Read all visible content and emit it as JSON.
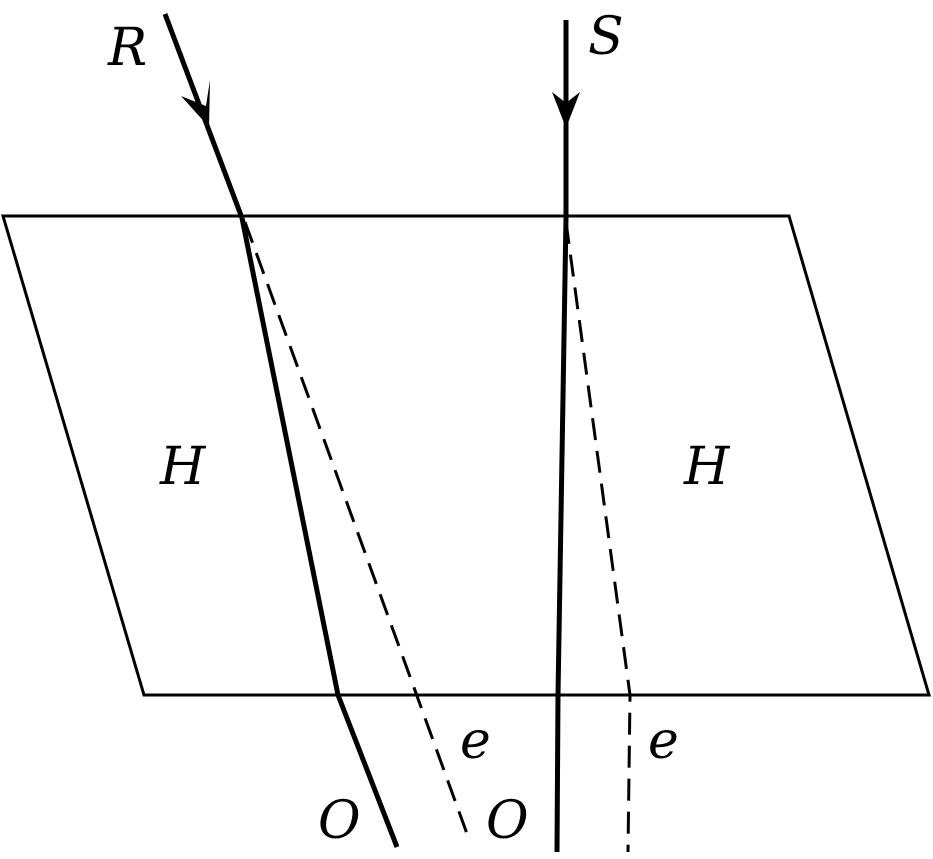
{
  "labels": {
    "incident_ray_left": "R",
    "incident_ray_right": "S",
    "plate_left": "H",
    "plate_right": "H",
    "ordinary_ray_left": "O",
    "ordinary_ray_right": "O",
    "extraordinary_ray_left": "e",
    "extraordinary_ray_right": "e"
  },
  "colors": {
    "stroke": "#000000",
    "background": "#ffffff"
  }
}
